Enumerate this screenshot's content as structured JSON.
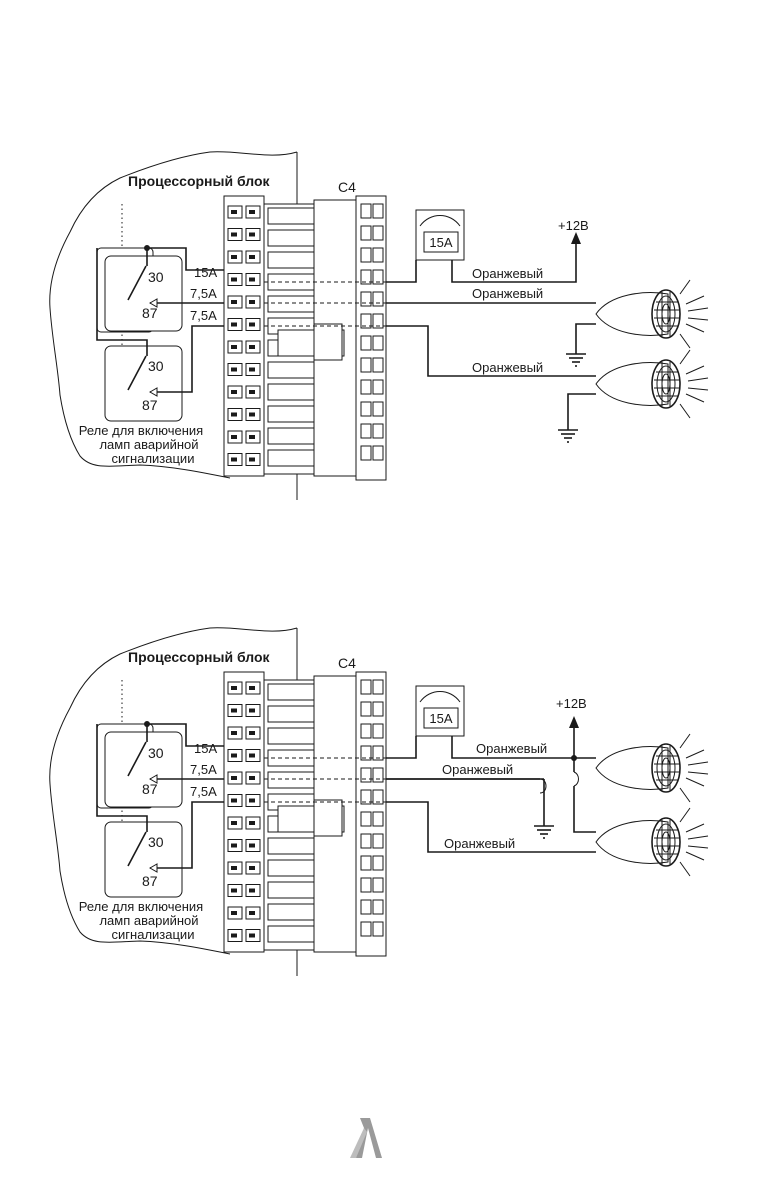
{
  "diagrams": [
    {
      "processor_label": "Процессорный блок",
      "connector": "C4",
      "fuse": "15A",
      "plus": "+12B",
      "relay_top": {
        "a": "30",
        "b": "87"
      },
      "relay_bottom": {
        "a": "30",
        "b": "87"
      },
      "feeds": [
        "15A",
        "7,5A",
        "7,5A"
      ],
      "wires": [
        "Оранжевый",
        "Оранжевый",
        "Оранжевый"
      ],
      "relay_caption": [
        "Реле для включения",
        "ламп аварийной",
        "сигнализации"
      ]
    },
    {
      "processor_label": "Процессорный блок",
      "connector": "C4",
      "fuse": "15A",
      "plus": "+12B",
      "relay_top": {
        "a": "30",
        "b": "87"
      },
      "relay_bottom": {
        "a": "30",
        "b": "87"
      },
      "feeds": [
        "15A",
        "7,5A",
        "7,5A"
      ],
      "wires": [
        "Оранжевый",
        "Оранжевый",
        "Оранжевый"
      ],
      "relay_caption": [
        "Реле для включения",
        "ламп аварийной",
        "сигнализации"
      ]
    }
  ],
  "logo_name": "publisher-logo"
}
